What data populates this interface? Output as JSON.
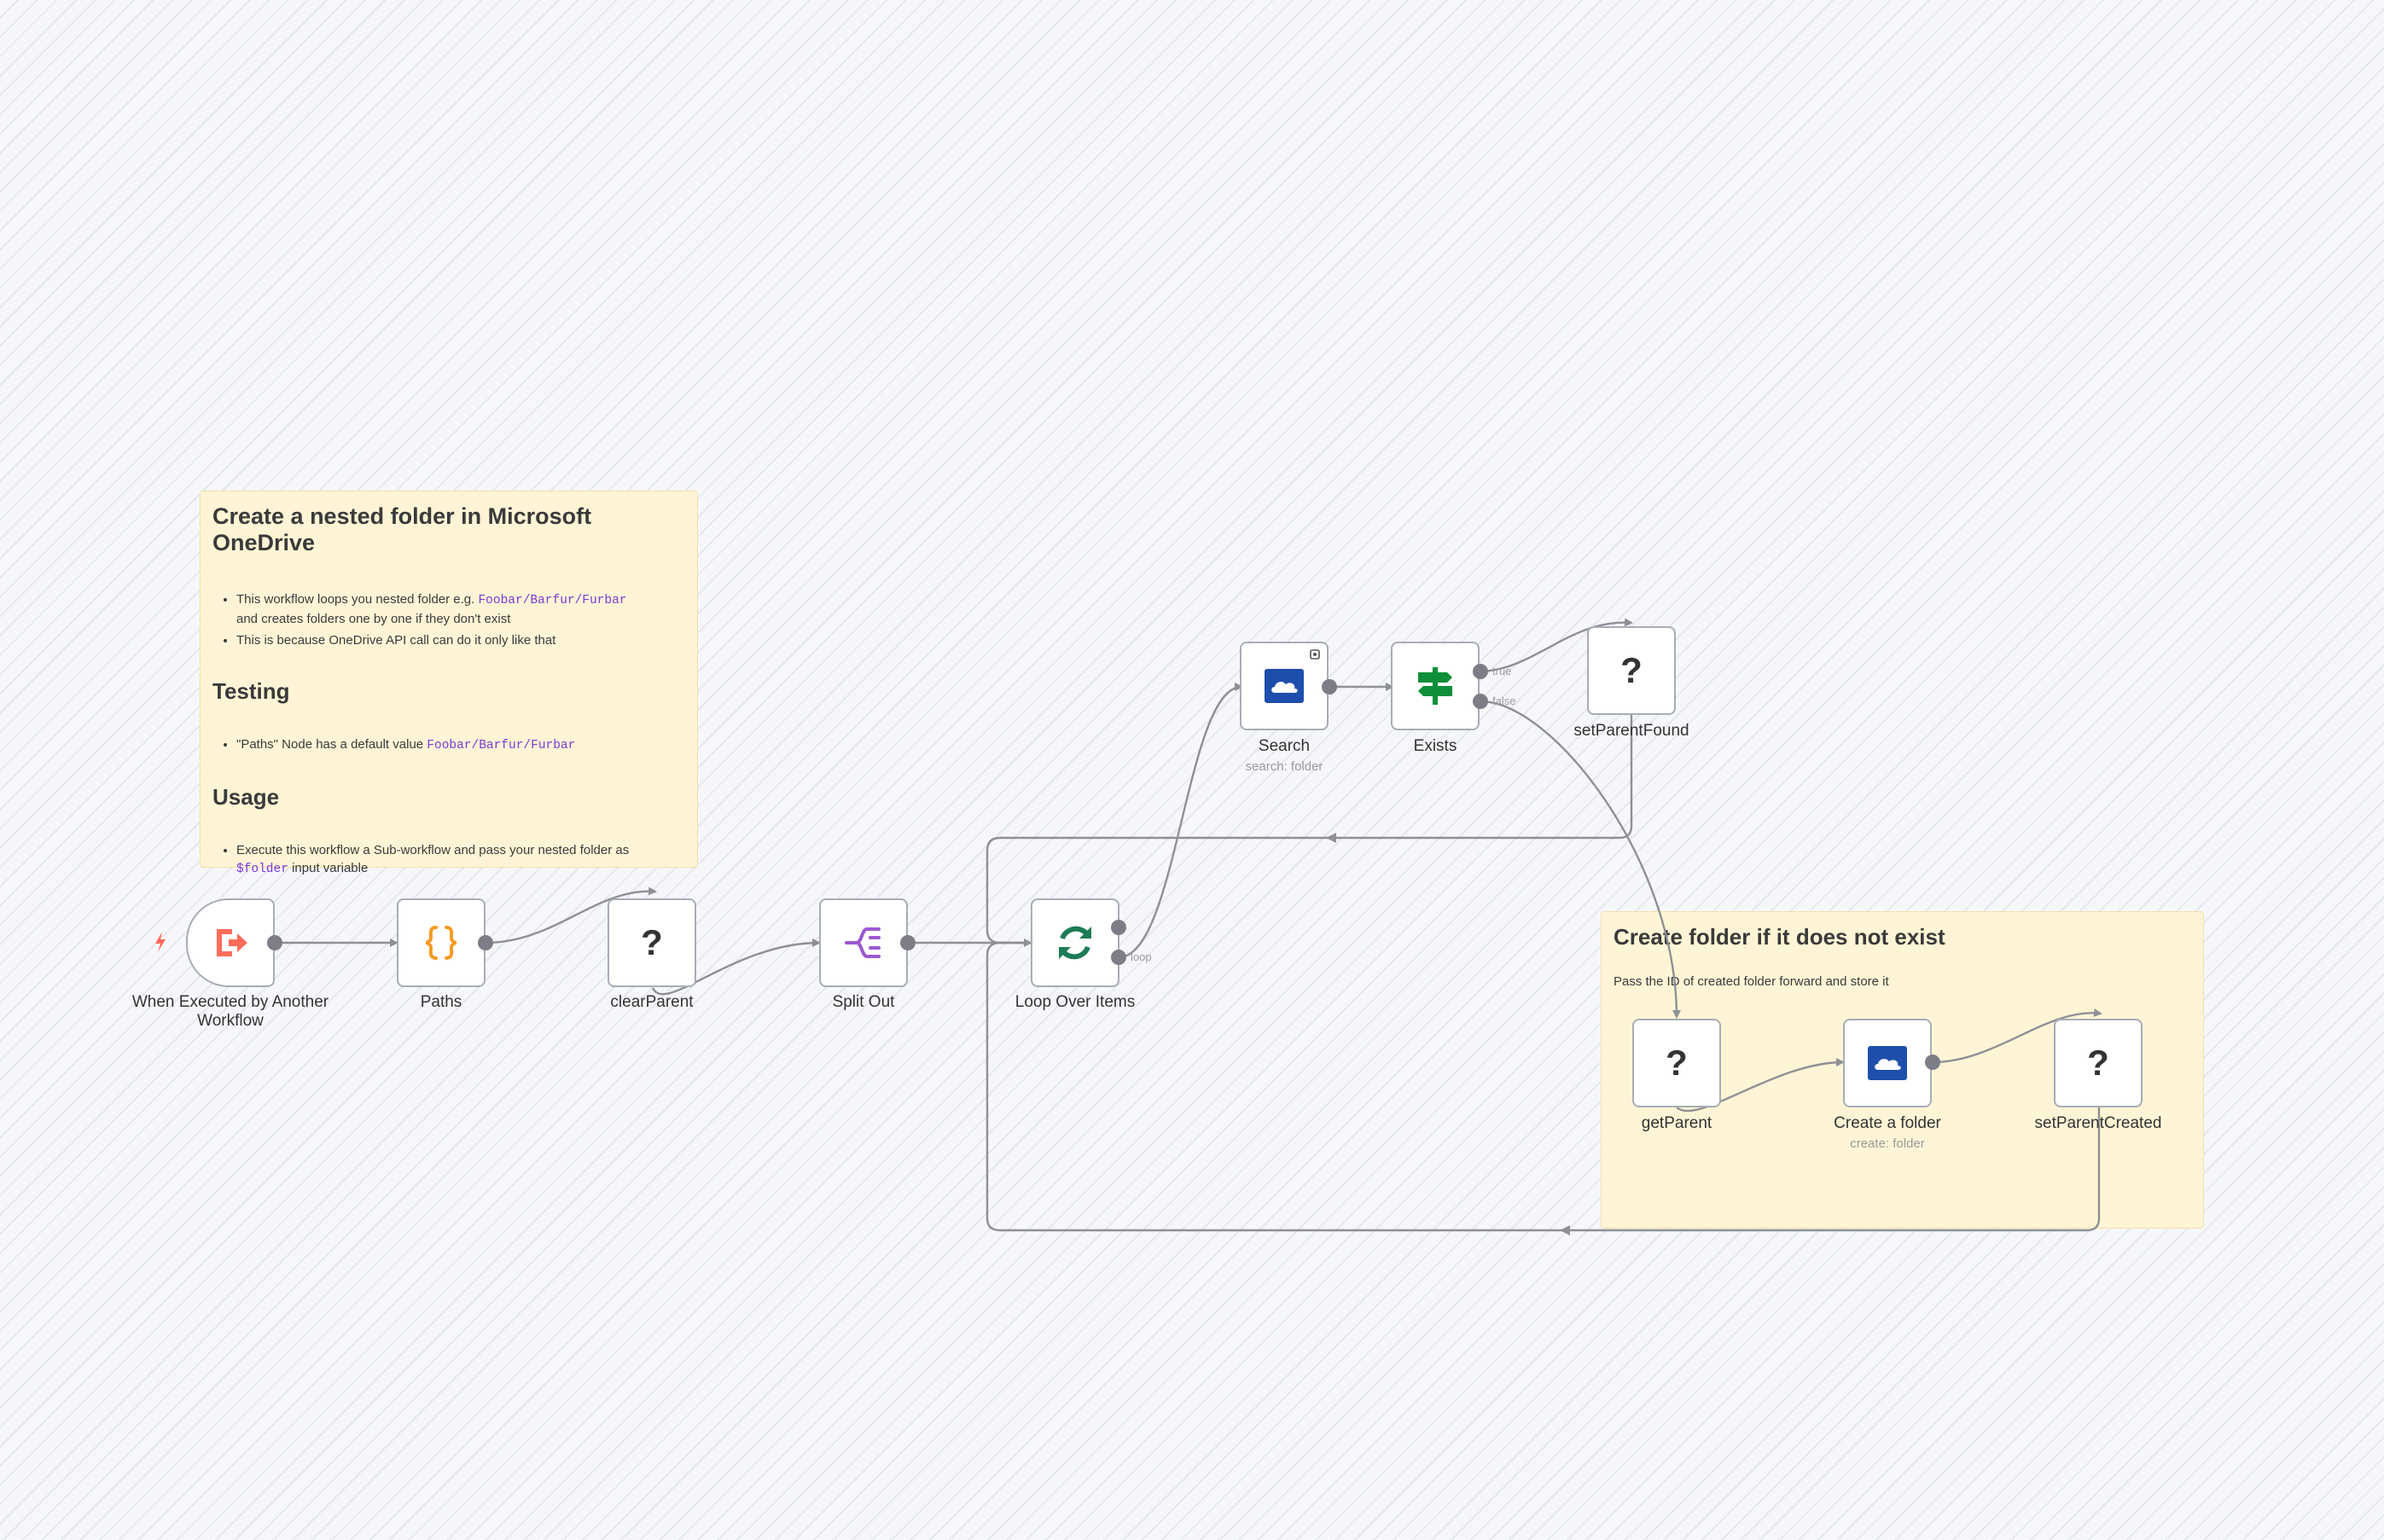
{
  "sticky_main": {
    "title": "Create a nested folder in Microsoft OneDrive",
    "bullets": [
      {
        "pre": "This workflow loops you nested folder e.g. ",
        "code": "Foobar/Barfur/Furbar",
        "post": ""
      },
      {
        "pre": "and creates folders one by one if they don't exist",
        "code": "",
        "post": ""
      },
      {
        "pre": "This is because OneDrive API call can do it only like that",
        "code": "",
        "post": ""
      }
    ],
    "testing_heading": "Testing",
    "testing_bullet": {
      "pre": "\"Paths\" Node has a default value ",
      "code": "Foobar/Barfur/Furbar"
    },
    "usage_heading": "Usage",
    "usage_bullet": {
      "pre": "Execute this workflow a Sub-workflow and pass your nested folder as",
      "code": "$folder",
      "post": " input variable"
    }
  },
  "sticky_create": {
    "title": "Create folder if it does not exist",
    "text": "Pass the ID of created folder forward and store it"
  },
  "nodes": {
    "trigger": {
      "label": "When Executed by Another Workflow",
      "icon": "sign-out-icon",
      "color": "#ff6d5a"
    },
    "paths": {
      "label": "Paths",
      "icon": "braces-icon",
      "color": "#f59b23"
    },
    "clear_parent": {
      "label": "clearParent",
      "icon": "question-icon",
      "glyph": "?"
    },
    "split_out": {
      "label": "Split Out",
      "icon": "split-icon",
      "color": "#9b59d0"
    },
    "loop": {
      "label": "Loop Over Items",
      "icon": "loop-icon",
      "color": "#1c7c54"
    },
    "search": {
      "label": "Search",
      "sub": "search: folder",
      "icon": "onedrive-icon",
      "color": "#1e4eab"
    },
    "exists": {
      "label": "Exists",
      "icon": "signpost-icon",
      "color": "#0f8f3a"
    },
    "set_parent_found": {
      "label": "setParentFound",
      "icon": "question-icon",
      "glyph": "?"
    },
    "get_parent": {
      "label": "getParent",
      "icon": "question-icon",
      "glyph": "?"
    },
    "create_folder": {
      "label": "Create a folder",
      "sub": "create: folder",
      "icon": "onedrive-icon",
      "color": "#1e4eab"
    },
    "set_parent_created": {
      "label": "setParentCreated",
      "icon": "question-icon",
      "glyph": "?"
    }
  },
  "ports": {
    "loop_out": "loop",
    "true_out": "true",
    "false_out": "false"
  },
  "colors": {
    "wire": "#8f9096",
    "handle": "#7d7d87",
    "sticky_bg": "#fff5d6"
  }
}
